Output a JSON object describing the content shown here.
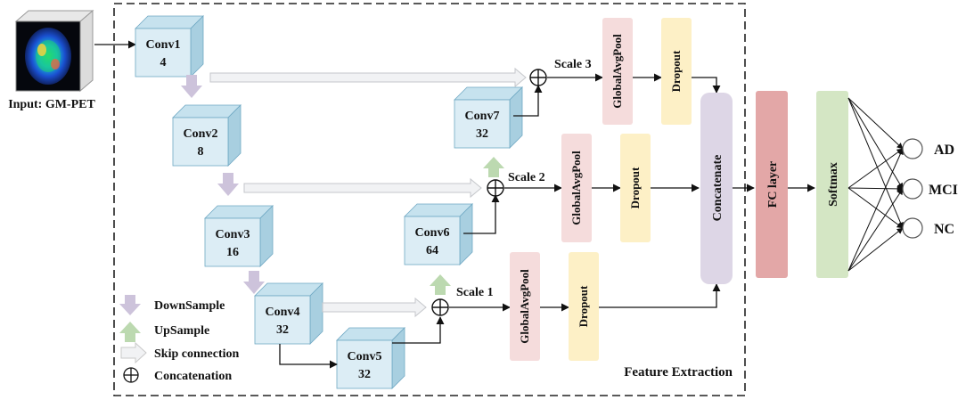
{
  "input": {
    "label": "Input: GM-PET"
  },
  "conv_blocks": [
    {
      "name": "Conv1",
      "channels": "4"
    },
    {
      "name": "Conv2",
      "channels": "8"
    },
    {
      "name": "Conv3",
      "channels": "16"
    },
    {
      "name": "Conv4",
      "channels": "32"
    },
    {
      "name": "Conv5",
      "channels": "32"
    },
    {
      "name": "Conv6",
      "channels": "64"
    },
    {
      "name": "Conv7",
      "channels": "32"
    }
  ],
  "scales": [
    "Scale 3",
    "Scale 2",
    "Scale 1"
  ],
  "branch": {
    "pool": "GlobalAvgPool",
    "dropout": "Dropout"
  },
  "concatenate_label": "Concatenate",
  "fc_label": "FC layer",
  "softmax_label": "Softmax",
  "outputs": [
    "AD",
    "MCI",
    "NC"
  ],
  "legend": {
    "downsample": "DownSample",
    "upsample": "UpSample",
    "skip": "Skip connection",
    "concat": "Concatenation"
  },
  "region_label": "Feature Extraction",
  "colors": {
    "cube_front": "#dcedf5",
    "cube_top": "#c6e2ee",
    "cube_side": "#a8cfe0",
    "cube_edge": "#6fa8c3",
    "down_arrow": "#cdc3db",
    "up_arrow": "#bcd9b0",
    "skip_arrow": "#f1f2f4",
    "pool_box": "#f5dcdc",
    "dropout_box": "#fdf0c6",
    "concat_box": "#ddd6e6",
    "fc_box": "#e3a7a7",
    "softmax_box": "#d4e6c4"
  }
}
